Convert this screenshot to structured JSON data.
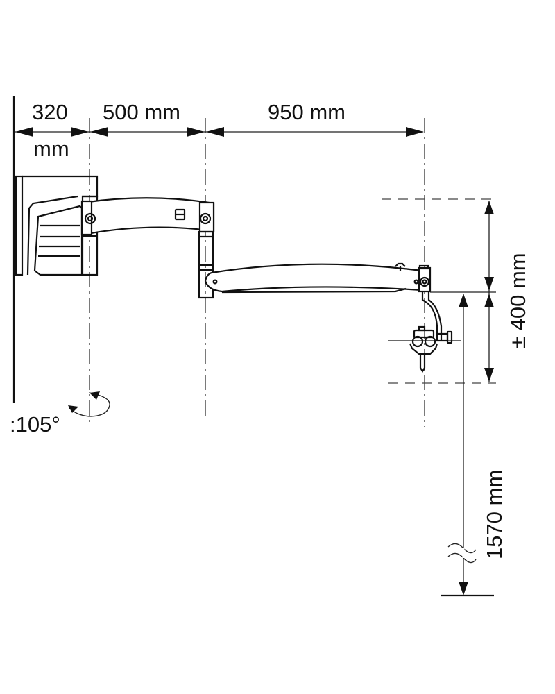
{
  "diagram": {
    "type": "technical dimension drawing",
    "subject": "wall-mounted surgical microscope arm",
    "dimensions": {
      "wall_offset": {
        "value": "320",
        "unit": "mm"
      },
      "first_arm": {
        "label": "500 mm"
      },
      "second_arm": {
        "label": "950 mm"
      },
      "vertical_travel": {
        "label": "± 400 mm"
      },
      "height_to_floor": {
        "label": "1570 mm"
      },
      "rotation": {
        "label": ":105°"
      }
    },
    "components": [
      "wall-plate",
      "wall-mount-bracket",
      "first-arm",
      "joint-column",
      "spring-arm",
      "microscope-suspension",
      "microscope-head"
    ],
    "colors": {
      "ink": "#111111",
      "background": "#ffffff"
    }
  }
}
